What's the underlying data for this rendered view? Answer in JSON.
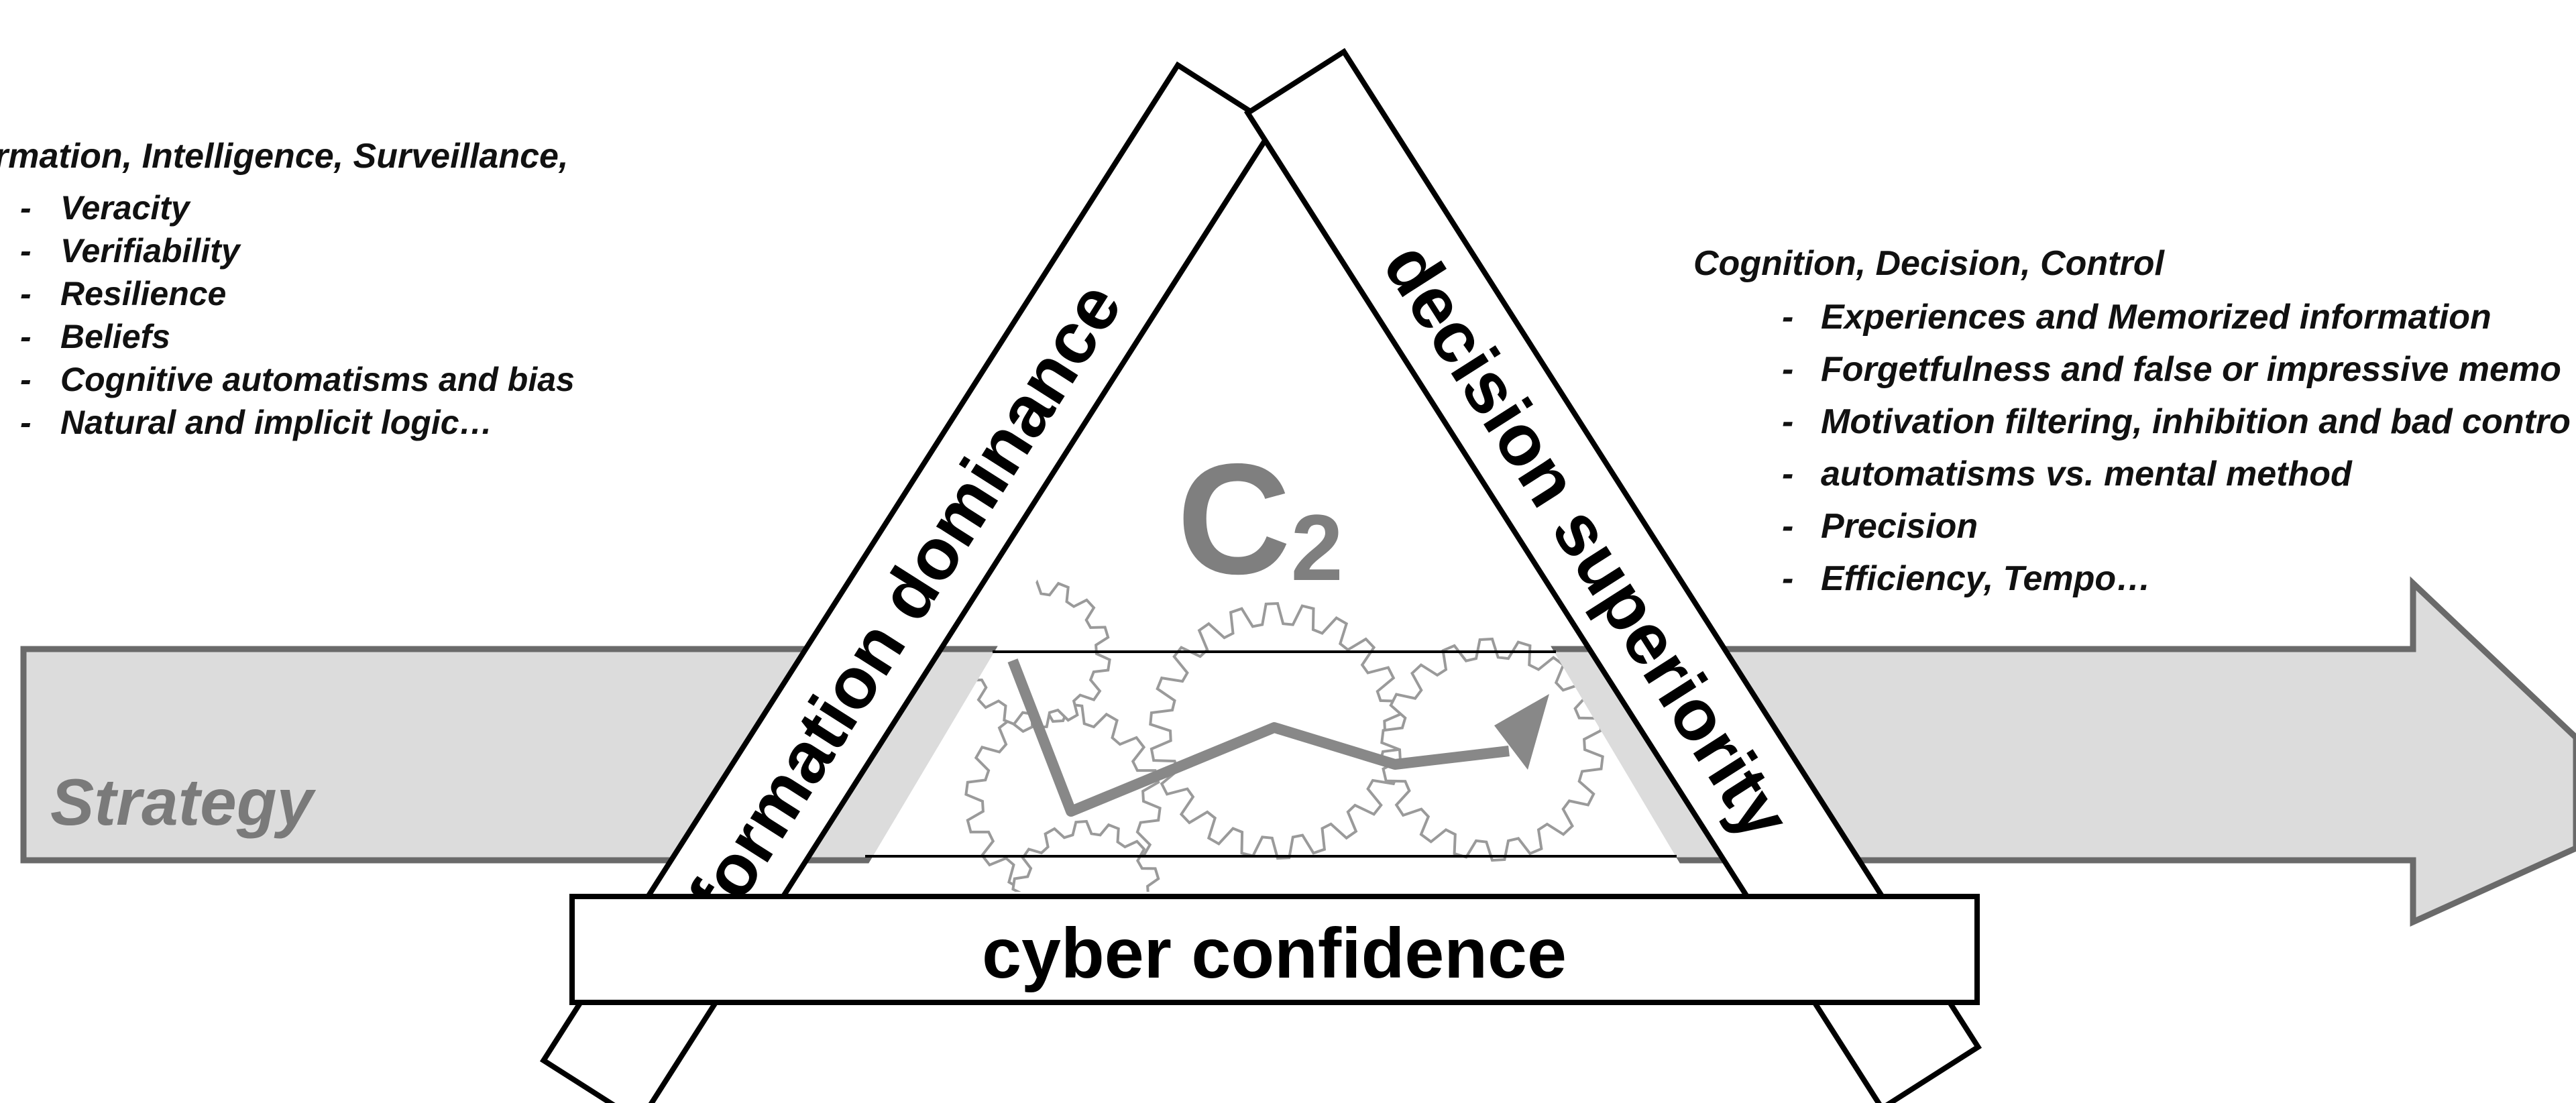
{
  "strategy_label": "Strategy",
  "center_label": {
    "main": "C",
    "subscript": "2"
  },
  "bars": {
    "left": "information dominance",
    "right": "decision superiority",
    "bottom": "cyber confidence"
  },
  "left_panel": {
    "heading": "rmation, Intelligence, Surveillance,",
    "items": [
      "Veracity",
      "Verifiability",
      "Resilience",
      "Beliefs",
      "Cognitive automatisms and bias",
      "Natural and implicit logic…"
    ]
  },
  "right_panel": {
    "heading": "Cognition, Decision, Control",
    "items": [
      "Experiences and Memorized information",
      "Forgetfulness and false or impressive memo",
      "Motivation filtering, inhibition and bad contro",
      "automatisms vs. mental method",
      "Precision",
      "Efficiency, Tempo…"
    ]
  },
  "bullet": "-",
  "colors": {
    "arrow_fill": "#dcdcdc",
    "arrow_stroke": "#6a6a6a",
    "strategy_text": "#7a7a7a",
    "c2_text": "#7f7f7f",
    "trend_line": "#888888",
    "gear_stroke": "#9a9a9a",
    "outline": "#000000"
  }
}
